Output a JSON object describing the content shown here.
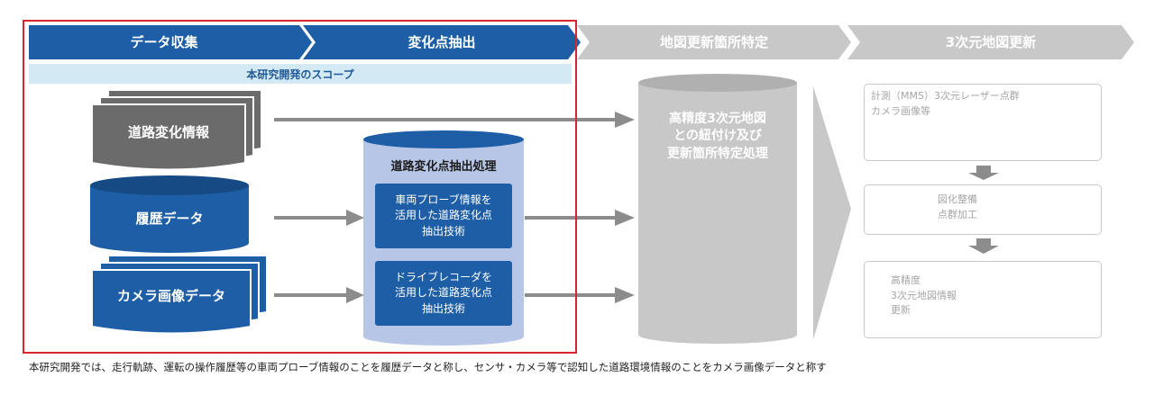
{
  "stages": [
    {
      "label": "データ収集",
      "color": "#1d5ea6"
    },
    {
      "label": "変化点抽出",
      "color": "#1d5ea6"
    },
    {
      "label": "地図更新箇所特定",
      "color": "#c8c8c8"
    },
    {
      "label": "3次元地図更新",
      "color": "#c8c8c8"
    }
  ],
  "scope_label": "本研究開発のスコープ",
  "inputs": {
    "road_change": "道路変化情報",
    "history": "履歴データ",
    "camera": "カメラ画像データ"
  },
  "extraction": {
    "title": "道路変化点抽出処理",
    "probe": "車両プローブ情報を\n活用した道路変化点\n抽出技術",
    "recorder": "ドライブレコーダを\n活用した道路変化点\n抽出技術"
  },
  "mapping": "高精度3次元地図\nとの紐付け及び\n更新箇所特定処理",
  "update_steps": {
    "measure": "計測（MMS）3次元レーザー点群\nカメラ画像等",
    "process": "図化整備\n点群加工",
    "result": "高精度\n3次元地図情報\n更新"
  },
  "footnote": "本研究開発では、走行軌跡、運転の操作履歴等の車両プローブ情報のことを履歴データと称し、センサ・カメラ等で認知した道路環境情報のことをカメラ画像データと称す",
  "colors": {
    "blue": "#1d5ea6",
    "dark_blue": "#164a85",
    "gray": "#c8c8c8",
    "dark_gray": "#6b6b6b",
    "arrow": "#8c8c8c",
    "red": "#d9262c",
    "scope_bg": "#d3e9f3",
    "cyl_light": "#b7c6e6"
  }
}
